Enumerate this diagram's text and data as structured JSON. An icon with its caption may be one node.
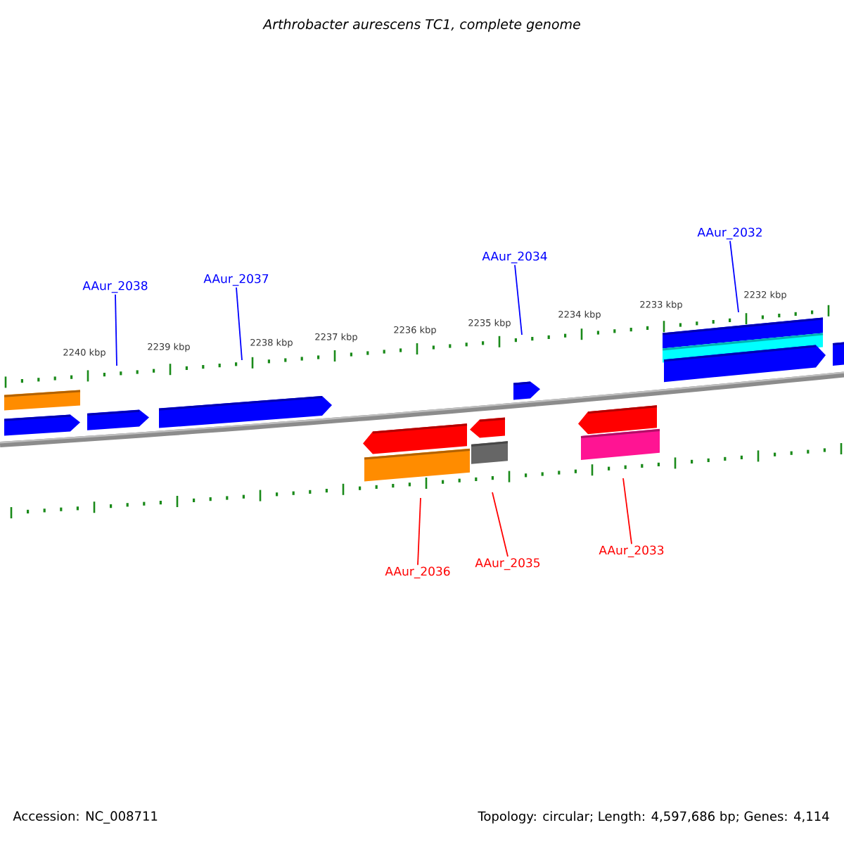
{
  "diagram": {
    "title": "Arthrobacter aurescens TC1, complete genome",
    "nodes": [
      {
        "text": [
          "AAur_2038"
        ]
      },
      {
        "text": [
          "AAur_2037"
        ]
      },
      {
        "text": [
          "AAur_2034"
        ]
      },
      {
        "text": [
          "AAur_2032"
        ]
      },
      {
        "text": [
          "AAur_2036"
        ]
      },
      {
        "text": [
          "AAur_2035"
        ]
      },
      {
        "text": [
          "AAur_2033"
        ]
      }
    ],
    "edges": [
      {
        "from": 0,
        "to": null,
        "arrow": "none"
      },
      {
        "from": 1,
        "to": null,
        "arrow": "none"
      },
      {
        "from": 2,
        "to": null,
        "arrow": "none"
      },
      {
        "from": 3,
        "to": null,
        "arrow": "none"
      },
      {
        "from": 4,
        "to": null,
        "arrow": "none",
        "color": "#ff0000"
      },
      {
        "from": 5,
        "to": null,
        "arrow": "none",
        "color": "#ff0000"
      },
      {
        "from": 6,
        "to": null,
        "arrow": "none",
        "color": "#ff0000"
      }
    ],
    "labels": [
      "2240 kbp",
      "2239 kbp",
      "2238 kbp",
      "2237 kbp",
      "2236 kbp",
      "2235 kbp",
      "2234 kbp",
      "2233 kbp",
      "2232 kbp",
      "Accession: NC_008711",
      "Topology: circular; Length: 4,597,686 bp; Genes: 4,114"
    ]
  }
}
